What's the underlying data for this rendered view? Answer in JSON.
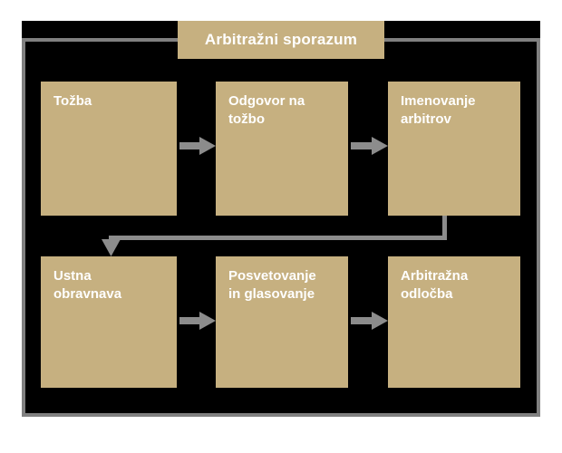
{
  "diagram": {
    "title": "Arbitražni sporazum",
    "colors": {
      "node_fill": "#c6b080",
      "node_text": "#ffffff",
      "panel_background": "#000000",
      "panel_border": "#808080",
      "connector": "#8c8c8c",
      "page_background": "#ffffff"
    },
    "nodes": [
      {
        "id": "tozba",
        "label": "Tožba",
        "row": 1,
        "col": 1
      },
      {
        "id": "odgovor",
        "label": "Odgovor na\ntožbo",
        "row": 1,
        "col": 2
      },
      {
        "id": "imenovanje",
        "label": "Imenovanje\narbitrov",
        "row": 1,
        "col": 3
      },
      {
        "id": "ustna",
        "label": "Ustna\nobravnava",
        "row": 2,
        "col": 1
      },
      {
        "id": "posvetovanje",
        "label": "Posvetovanje\nin glasovanje",
        "row": 2,
        "col": 2
      },
      {
        "id": "odlocba",
        "label": "Arbitražna\nodločba",
        "row": 2,
        "col": 3
      }
    ],
    "connectors": [
      {
        "id": "tozba-to-odgovor",
        "from": "tozba",
        "to": "odgovor",
        "kind": "arrow-right"
      },
      {
        "id": "odgovor-to-imenovanje",
        "from": "odgovor",
        "to": "imenovanje",
        "kind": "arrow-right"
      },
      {
        "id": "imenovanje-to-ustna",
        "from": "imenovanje",
        "to": "ustna",
        "kind": "elbow-down-left-arrow-down"
      },
      {
        "id": "ustna-to-posvetovanje",
        "from": "ustna",
        "to": "posvetovanje",
        "kind": "arrow-right"
      },
      {
        "id": "posvetovanje-to-odlocba",
        "from": "posvetovanje",
        "to": "odlocba",
        "kind": "arrow-right"
      }
    ]
  }
}
